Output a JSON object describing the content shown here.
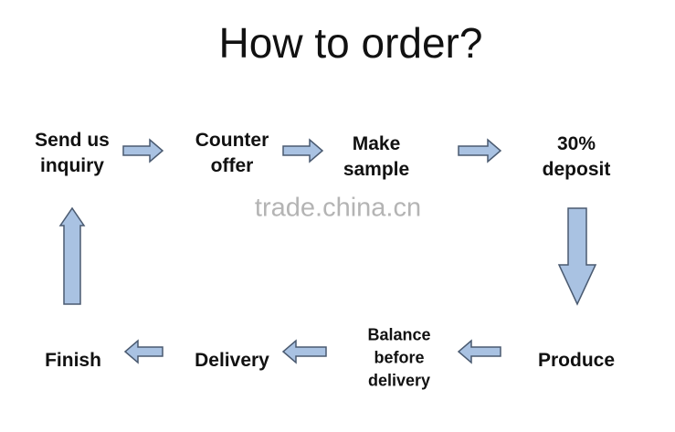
{
  "title": "How to order?",
  "watermark": "trade.china.cn",
  "steps": [
    {
      "line1": "Send us",
      "line2": "inquiry"
    },
    {
      "line1": "Counter",
      "line2": "offer"
    },
    {
      "line1": "Make",
      "line2": "sample"
    },
    {
      "line1": "30%",
      "line2": "deposit"
    },
    {
      "line1": "Produce"
    },
    {
      "line1": "Balance",
      "line2": "before",
      "line3": "delivery"
    },
    {
      "line1": "Delivery"
    },
    {
      "line1": "Finish"
    }
  ],
  "colors": {
    "arrow_fill": "#a9c2e2",
    "arrow_stroke": "#4a5a70"
  }
}
